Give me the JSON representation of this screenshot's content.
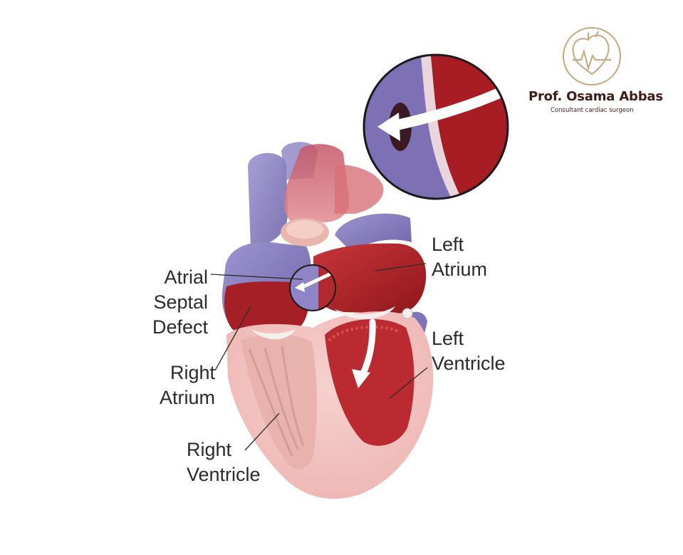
{
  "brand": {
    "name": "Prof. Osama Abbas",
    "subtitle": "Consultant cardiac surgeon",
    "logo_icon": "heart-ecg-logo-icon",
    "color": "#3f1d1a",
    "accent": "#c9a77c"
  },
  "labels": {
    "asd": [
      "Atrial",
      "Septal",
      "Defect"
    ],
    "left_atrium": [
      "Left",
      "Atrium"
    ],
    "right_atrium": [
      "Right",
      "Atrium"
    ],
    "left_ventricle": [
      "Left",
      "Ventricle"
    ],
    "right_ventricle": [
      "Right",
      "Ventricle"
    ]
  },
  "colors": {
    "deoxygenated": "#7f74b8",
    "oxygenated": "#b8262c",
    "muscle": "#f1c3c0",
    "label_text": "#2b2b2b"
  }
}
